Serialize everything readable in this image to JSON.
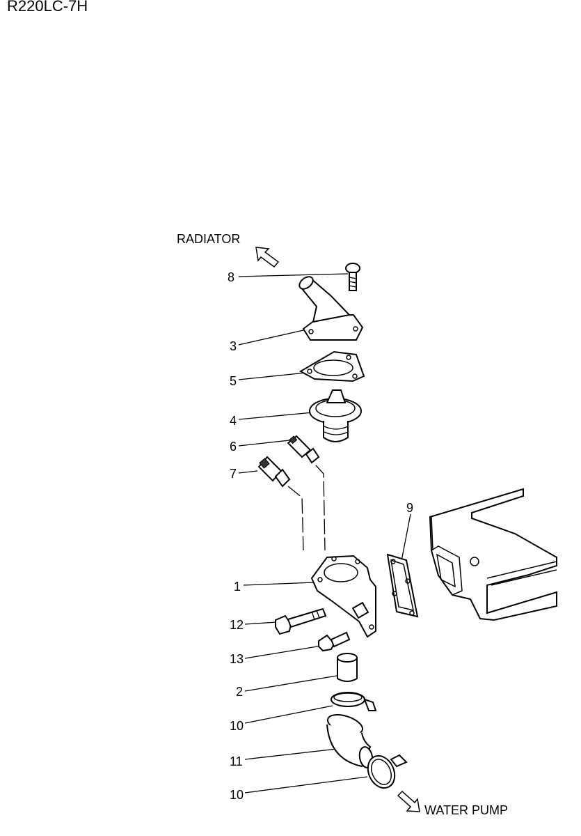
{
  "model": "R220LC-7H",
  "flow": {
    "radiator": "RADIATOR",
    "water_pump": "WATER PUMP"
  },
  "parts": {
    "p8": "8",
    "p3": "3",
    "p5": "5",
    "p4": "4",
    "p6": "6",
    "p7": "7",
    "p9": "9",
    "p1": "1",
    "p12": "12",
    "p13": "13",
    "p2": "2",
    "p10a": "10",
    "p11": "11",
    "p10b": "10"
  }
}
